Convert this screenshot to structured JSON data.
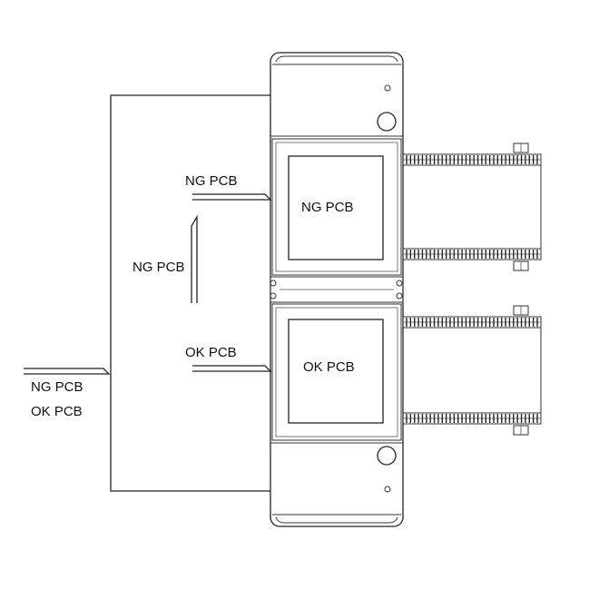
{
  "labels": {
    "ng_upper": "NG PCB",
    "ng_vertical": "NG PCB",
    "ok_upper": "OK PCB",
    "input_ng": "NG PCB",
    "input_ok": "OK PCB",
    "ng_box": "NG PCB",
    "ok_box": "OK PCB"
  },
  "colors": {
    "line": "#222222",
    "background": "#ffffff"
  },
  "conveyor": {
    "ng_roller_count": 34,
    "ok_roller_count": 34
  }
}
